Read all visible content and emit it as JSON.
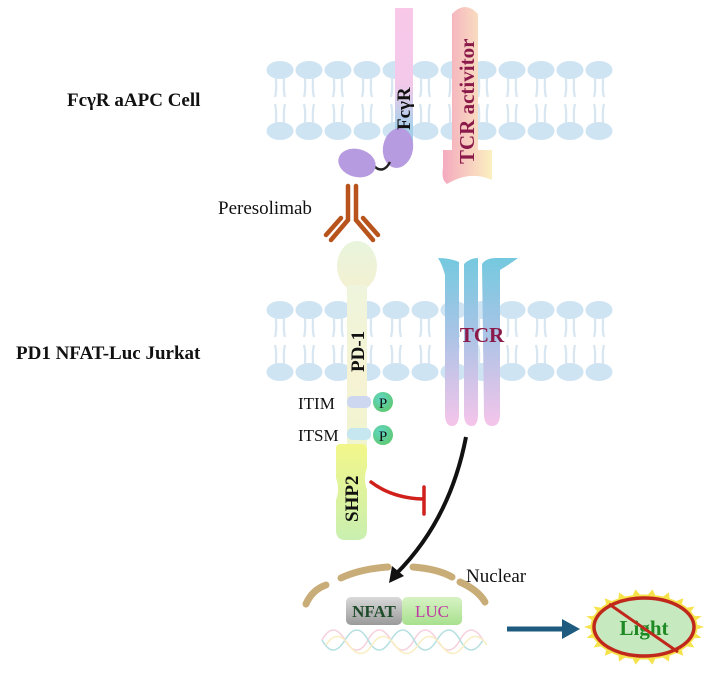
{
  "labels": {
    "aapc_cell": "FcγR aAPC Cell",
    "jurkat_cell": "PD1 NFAT-Luc Jurkat",
    "antibody": "Peresolimab",
    "itim": "ITIM",
    "itsm": "ITSM",
    "nuclear": "Nuclear"
  },
  "molecules": {
    "fcgr": "FcγR",
    "tcr_activator": "TCR activitor",
    "pd1": "PD-1",
    "tcr": "TCR",
    "shp2": "SHP2",
    "phospho": "P",
    "nfat": "NFAT",
    "luc": "LUC",
    "light": "Light"
  },
  "colors": {
    "membrane": "#cfe4f3",
    "antibody": "#b8531c",
    "fcgr_domain": "#b79be0",
    "tcr_label": "#8b1a4a",
    "inhibit": "#d0201c",
    "arrow_out": "#1e5b7e",
    "light_text": "#1f8a24",
    "no_sign": "#c0281c"
  }
}
